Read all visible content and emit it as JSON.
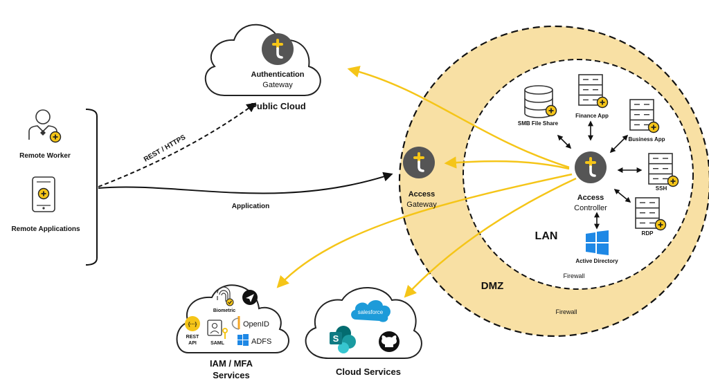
{
  "colors": {
    "dmz_fill": "#f8e0a4",
    "accent_yellow": "#f5c518",
    "node_gray": "#555555",
    "line_black": "#111111",
    "windows_blue": "#1e88e5",
    "salesforce_blue": "#1d9bd9",
    "sharepoint_teal": "#0f7b83"
  },
  "clients": {
    "remote_worker": "Remote Worker",
    "remote_applications": "Remote Applications"
  },
  "links": {
    "rest_https": "REST / HTTPS",
    "application": "Application"
  },
  "public_cloud": {
    "title": "Public Cloud",
    "node_line1": "Authentication",
    "node_line2": "Gateway"
  },
  "dmz": {
    "label": "DMZ",
    "firewall": "Firewall",
    "gateway_line1": "Access",
    "gateway_line2": "Gateway"
  },
  "lan": {
    "label": "LAN",
    "firewall": "Firewall",
    "controller_line1": "Access",
    "controller_line2": "Controller",
    "resources": {
      "smb": "SMB File Share",
      "finance": "Finance App",
      "business": "Business App",
      "ssh": "SSH",
      "rdp": "RDP",
      "ad": "Active Directory"
    }
  },
  "iam": {
    "title_line1": "IAM / MFA",
    "title_line2": "Services",
    "biometric": "Biometric",
    "rest_line1": "REST",
    "rest_line2": "API",
    "saml": "SAML",
    "openid": "OpenID",
    "adfs": "ADFS"
  },
  "cloud_services": {
    "title": "Cloud Services",
    "salesforce": "salesforce"
  },
  "icons": [
    "person-icon",
    "smartphone-icon",
    "cloud-icon",
    "access-node-icon",
    "server-icon",
    "database-icon",
    "windows-icon",
    "fingerprint-icon",
    "telegram-icon",
    "openid-icon",
    "github-icon",
    "sharepoint-icon",
    "salesforce-icon"
  ]
}
